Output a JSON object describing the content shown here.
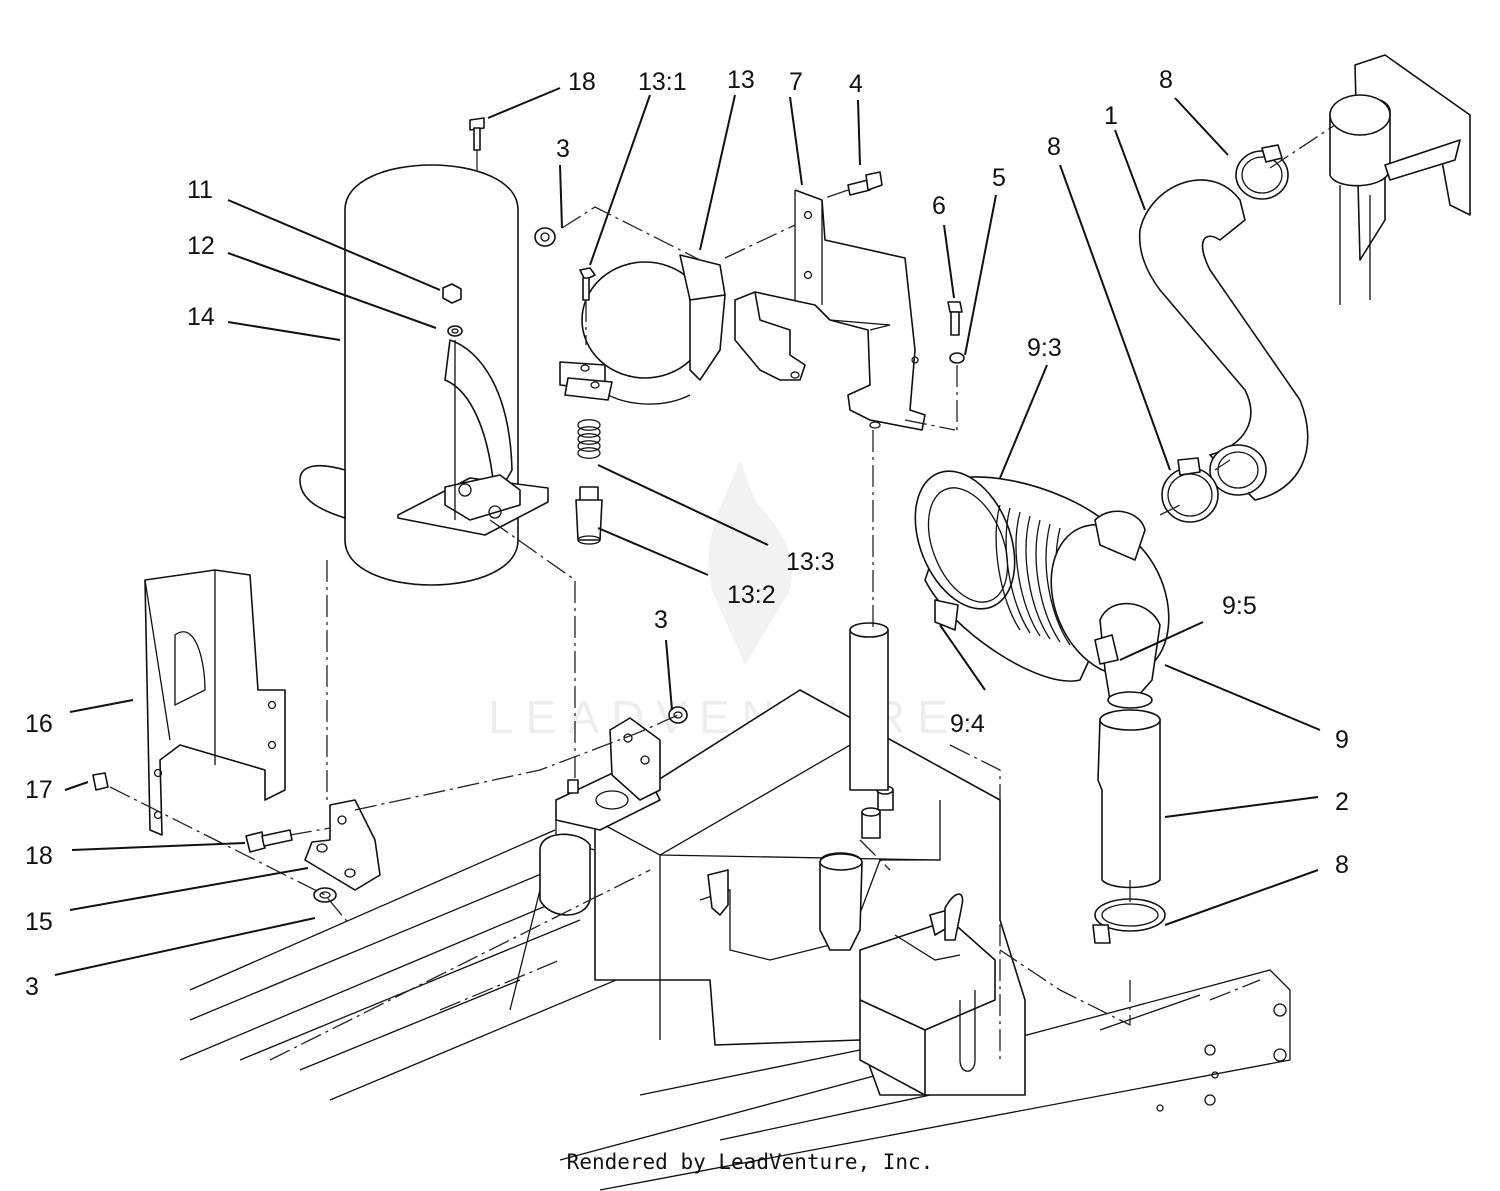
{
  "diagram": {
    "callouts": [
      {
        "id": "c-18-top",
        "text": "18"
      },
      {
        "id": "c-13-1",
        "text": "13:1"
      },
      {
        "id": "c-13",
        "text": "13"
      },
      {
        "id": "c-7",
        "text": "7"
      },
      {
        "id": "c-4",
        "text": "4"
      },
      {
        "id": "c-8-top",
        "text": "8"
      },
      {
        "id": "c-1",
        "text": "1"
      },
      {
        "id": "c-8-mid",
        "text": "8"
      },
      {
        "id": "c-3-top",
        "text": "3"
      },
      {
        "id": "c-6",
        "text": "6"
      },
      {
        "id": "c-5",
        "text": "5"
      },
      {
        "id": "c-11",
        "text": "11"
      },
      {
        "id": "c-12",
        "text": "12"
      },
      {
        "id": "c-14",
        "text": "14"
      },
      {
        "id": "c-9-3",
        "text": "9:3"
      },
      {
        "id": "c-13-3",
        "text": "13:3"
      },
      {
        "id": "c-13-2",
        "text": "13:2"
      },
      {
        "id": "c-9-5",
        "text": "9:5"
      },
      {
        "id": "c-3-mid",
        "text": "3"
      },
      {
        "id": "c-16",
        "text": "16"
      },
      {
        "id": "c-9-4",
        "text": "9:4"
      },
      {
        "id": "c-9",
        "text": "9"
      },
      {
        "id": "c-17",
        "text": "17"
      },
      {
        "id": "c-2",
        "text": "2"
      },
      {
        "id": "c-18-bottom",
        "text": "18"
      },
      {
        "id": "c-8-bottom",
        "text": "8"
      },
      {
        "id": "c-15",
        "text": "15"
      },
      {
        "id": "c-3-bottom",
        "text": "3"
      }
    ],
    "watermark": "LEADVENTURE",
    "credit": "Rendered by LeadVenture, Inc."
  }
}
